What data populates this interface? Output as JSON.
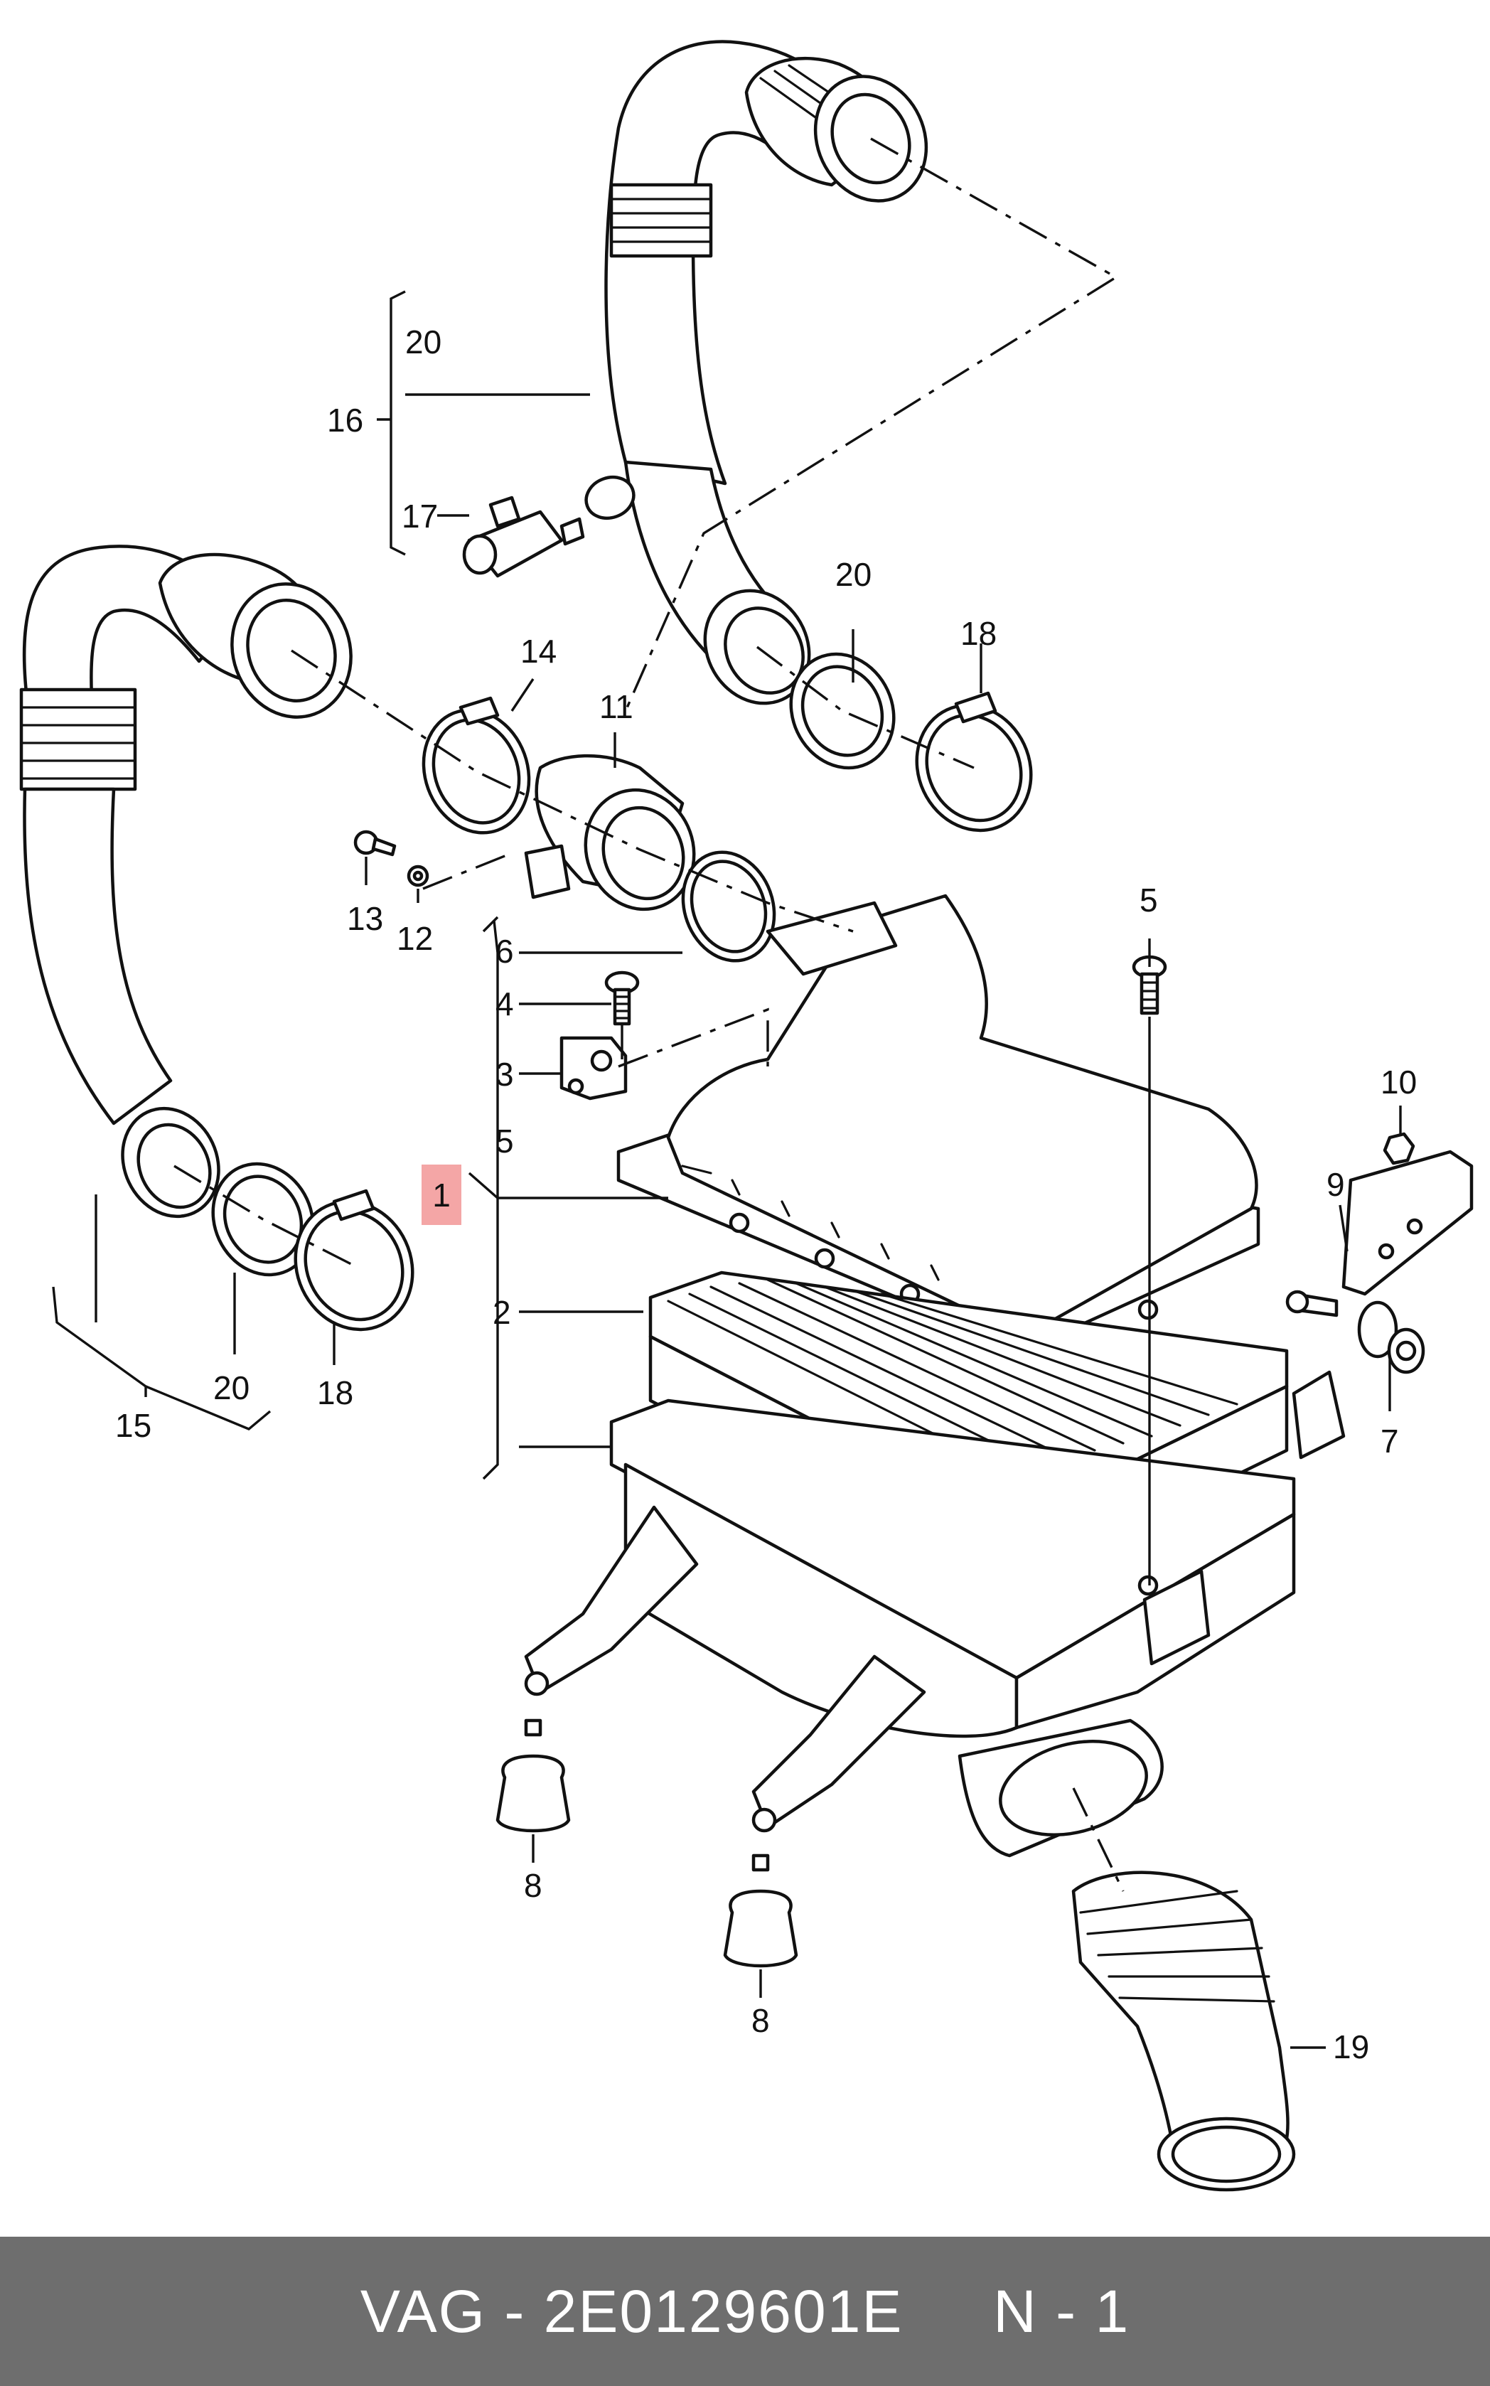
{
  "diagram": {
    "labels": [
      {
        "id": "label-20-top",
        "text": "20"
      },
      {
        "id": "label-16",
        "text": "16"
      },
      {
        "id": "label-17",
        "text": "17"
      },
      {
        "id": "label-20-mid",
        "text": "20"
      },
      {
        "id": "label-18-mid",
        "text": "18"
      },
      {
        "id": "label-14",
        "text": "14"
      },
      {
        "id": "label-11",
        "text": "11"
      },
      {
        "id": "label-13",
        "text": "13"
      },
      {
        "id": "label-12",
        "text": "12"
      },
      {
        "id": "label-6",
        "text": "6"
      },
      {
        "id": "label-4",
        "text": "4"
      },
      {
        "id": "label-3",
        "text": "3"
      },
      {
        "id": "label-5-left",
        "text": "5"
      },
      {
        "id": "label-5-right",
        "text": "5"
      },
      {
        "id": "label-2",
        "text": "2"
      },
      {
        "id": "label-10",
        "text": "10"
      },
      {
        "id": "label-9",
        "text": "9"
      },
      {
        "id": "label-7",
        "text": "7"
      },
      {
        "id": "label-20-low",
        "text": "20"
      },
      {
        "id": "label-18-low",
        "text": "18"
      },
      {
        "id": "label-15",
        "text": "15"
      },
      {
        "id": "label-8-left",
        "text": "8"
      },
      {
        "id": "label-8-right",
        "text": "8"
      },
      {
        "id": "label-19",
        "text": "19"
      }
    ],
    "highlight_label": "1",
    "highlight_color": "#f4a6a6"
  },
  "footer": {
    "text": "VAG - 2E0129601E     N - 1",
    "background": "#6e6e6e",
    "color": "#ffffff"
  }
}
